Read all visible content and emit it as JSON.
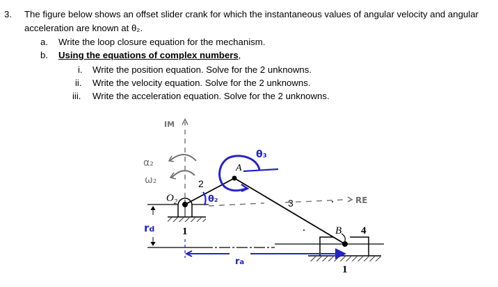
{
  "question": {
    "number": "3.",
    "line1": "The figure below shows an offset slider crank for which the instantaneous values of angular velocity and angular",
    "line2": "acceleration are known at θ₂.",
    "parts": [
      {
        "marker": "a.",
        "text": "Write the loop closure equation for the mechanism."
      },
      {
        "marker": "b.",
        "text": "Using the equations of complex numbers",
        "suffix": ","
      }
    ],
    "subparts": [
      {
        "marker": "i.",
        "text": "Write the position equation. Solve for the 2 unknowns."
      },
      {
        "marker": "ii.",
        "text": "Write the velocity equation. Solve for the 2 unknowns."
      },
      {
        "marker": "iii.",
        "text": "Write the acceleration equation. Solve for the 2 unknowns."
      }
    ]
  },
  "figure": {
    "labels": {
      "im": "IM",
      "re": "RE",
      "alpha2": "α₂",
      "omega2": "ω₂",
      "o2": "O",
      "o2_sub": "2",
      "link2": "2",
      "link3": "3",
      "link4": "4",
      "ground_left": "1",
      "ground_right": "1",
      "pointA": "A",
      "pointB": "B",
      "theta2": "θ₂",
      "theta3": "θ₃",
      "rd": "r",
      "rd_sub": "d",
      "ra": "r",
      "ra_sub": "a"
    },
    "colors": {
      "ink": "#000000",
      "annotation_blue": "#2323c8",
      "gray": "#707070"
    }
  }
}
